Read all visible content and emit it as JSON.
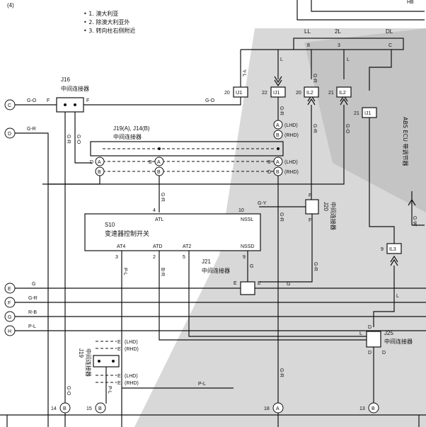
{
  "notes": {
    "n1": "• 1. 澳大利亚",
    "n2": "• 2. 除澳大利亚外",
    "n3": "• 3. 转向柱右侧附近",
    "header_label": "(4)"
  },
  "top_terminals": {
    "ll": "LL",
    "ll_pin": "8",
    "two_l": "2L",
    "two_l_pin": "3",
    "dl": "DL",
    "dl_pin": "C",
    "hb": "HB"
  },
  "top_wires": {
    "y_l": "Y-L",
    "g_r_a": "G-R",
    "g_r_b": "G-R",
    "l": "L",
    "g_r_c": "G-R",
    "g_o": "G-O",
    "g_w": "G-W"
  },
  "connectors": {
    "ij1_a": {
      "pin": "20",
      "label": "IJ1"
    },
    "ij1_b": {
      "pin": "22",
      "label": "IJ1"
    },
    "il2_a": {
      "pin": "20",
      "label": "IL2"
    },
    "il2_b": {
      "pin": "21",
      "label": "IL2"
    },
    "ij1_c": {
      "pin": "21",
      "label": "IJ1"
    },
    "il3": {
      "pin": "9",
      "label": "IL3"
    }
  },
  "left_terminals": {
    "c": "C",
    "d": "D",
    "e": "E",
    "f": "F",
    "g": "G",
    "h": "H"
  },
  "left_wires": {
    "c": "G-O",
    "d": "G-R",
    "e": "G",
    "f": "G-R",
    "g": "R-B",
    "h": "P-L"
  },
  "j16": {
    "id": "J16",
    "name": "中间连接器",
    "pin_left": "F",
    "pin_right": "F",
    "wire_out": "G-O",
    "drop_1": "G-R",
    "drop_2": "G-O"
  },
  "j19": {
    "id": "J19(A), J14(B)",
    "name": "中间连接器",
    "pins": [
      "A",
      "B",
      "D",
      "B",
      "A",
      "B",
      "A",
      "B",
      "B",
      "D",
      "A",
      "B"
    ]
  },
  "lhd_rhd": {
    "lhd": "(LHD)",
    "rhd": "(RHD)",
    "lhd2": "(LHD)",
    "rhd2": "(RHD)"
  },
  "vert_wire": {
    "g_r_1": "G-R",
    "g_r_2": "G-R",
    "g_r_3": "G-R",
    "g_r_4": "G-R",
    "g_y": "G-Y",
    "g": "G",
    "l": "L",
    "g_o": "G-O",
    "g_r_low": "G-R",
    "p_l": "P-L"
  },
  "s10": {
    "id": "S10",
    "name": "变速器控制开关",
    "atl": "ATL",
    "atl_pin": "4",
    "nssl": "NSSL",
    "nssl_pin": "10",
    "at4": "AT4",
    "at4_pin": "3",
    "atd": "ATD",
    "atd_pin": "2",
    "at2": "AT2",
    "at2_pin": "5",
    "nssd": "NSSD",
    "nssd_pin": "9",
    "wire_at4": "P-L",
    "wire_atd": "B-R",
    "wire_nssd": "G"
  },
  "j20": {
    "id": "J20",
    "name": "中间连接器",
    "pin_top": "F",
    "pin_bottom": "F"
  },
  "j21": {
    "id": "J21",
    "name": "中间连接器",
    "pin_left": "E",
    "pin_right": "E"
  },
  "j19b": {
    "id": "J19",
    "name": "中间连接器",
    "pins": [
      "E",
      "E",
      "E",
      "E"
    ]
  },
  "j25": {
    "id": "J25",
    "name": "中间连接器",
    "pin_top": "D",
    "pin_bottom": "D",
    "pin_left": "L",
    "pin_right": "D"
  },
  "abs": {
    "label": "ABS ECU 带调节器"
  },
  "bottom_terminals": {
    "b14": {
      "pin": "14",
      "label": "B"
    },
    "b15": {
      "pin": "15",
      "label": "B"
    },
    "a18": {
      "pin": "18",
      "label": "A"
    },
    "b13": {
      "pin": "13",
      "label": "B"
    }
  },
  "bottom_wires": {
    "g_o": "G-O",
    "p_l": "P-L",
    "g_r": "G-R",
    "p_l_low": "P-L"
  }
}
